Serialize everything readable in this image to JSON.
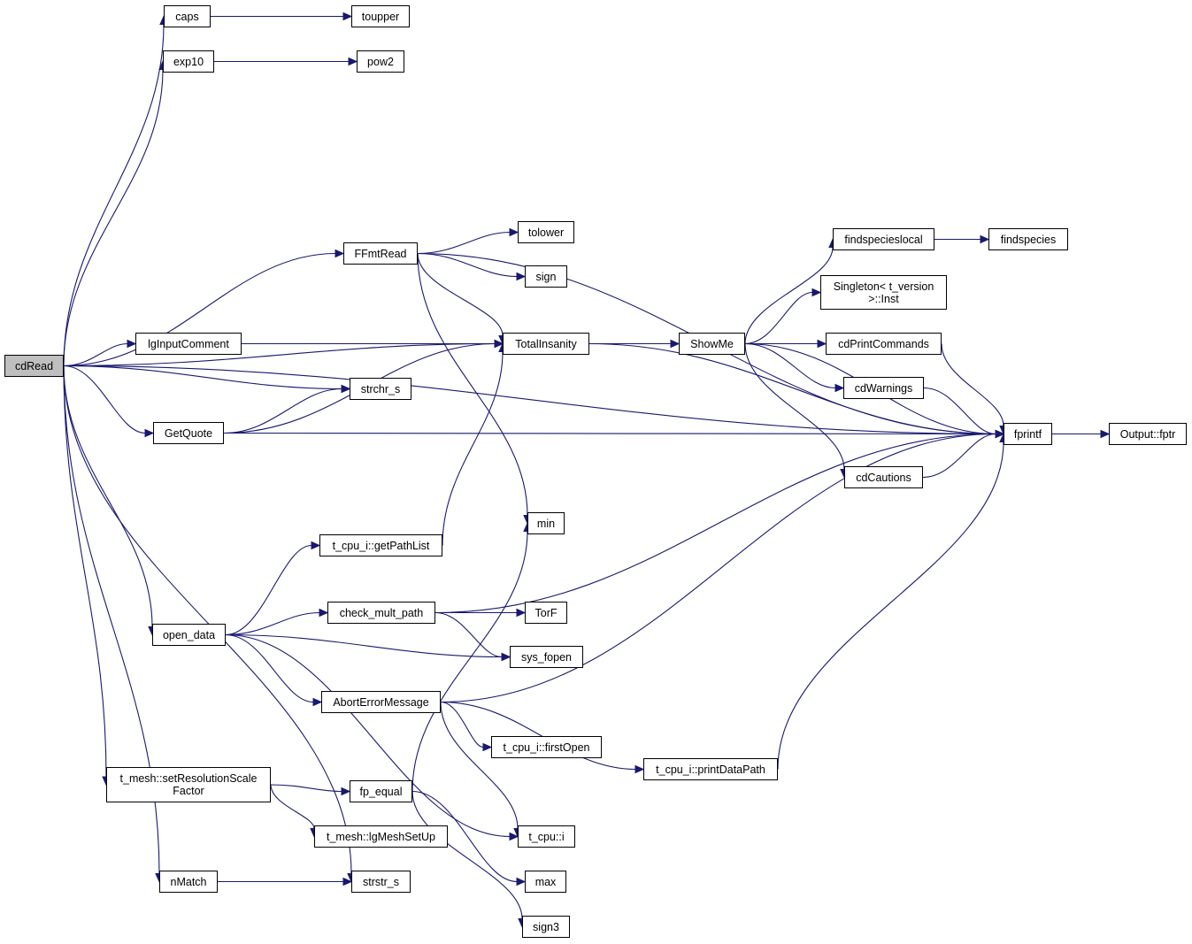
{
  "diagram": {
    "title": "cdRead call graph",
    "root": "cdRead",
    "colors": {
      "edge": "#191970",
      "root_fill": "#bfbfbf",
      "node_fill": "#ffffff",
      "border": "#000000"
    },
    "nodes": [
      {
        "id": "cdRead",
        "label": "cdRead",
        "root": true
      },
      {
        "id": "caps",
        "label": "caps"
      },
      {
        "id": "toupper",
        "label": "toupper"
      },
      {
        "id": "exp10",
        "label": "exp10"
      },
      {
        "id": "pow2",
        "label": "pow2"
      },
      {
        "id": "FFmtRead",
        "label": "FFmtRead"
      },
      {
        "id": "tolower",
        "label": "tolower"
      },
      {
        "id": "sign",
        "label": "sign"
      },
      {
        "id": "lgInputComment",
        "label": "lgInputComment"
      },
      {
        "id": "TotalInsanity",
        "label": "TotalInsanity"
      },
      {
        "id": "strchr_s",
        "label": "strchr_s"
      },
      {
        "id": "GetQuote",
        "label": "GetQuote"
      },
      {
        "id": "ShowMe",
        "label": "ShowMe"
      },
      {
        "id": "findspecieslocal",
        "label": "findspecieslocal"
      },
      {
        "id": "SingletonInst",
        "label": "Singleton< t_version\n>::Inst"
      },
      {
        "id": "cdPrintCommands",
        "label": "cdPrintCommands"
      },
      {
        "id": "cdWarnings",
        "label": "cdWarnings"
      },
      {
        "id": "fprintf",
        "label": "fprintf"
      },
      {
        "id": "OutputFptr",
        "label": "Output::fptr"
      },
      {
        "id": "findspecies",
        "label": "findspecies"
      },
      {
        "id": "cdCautions",
        "label": "cdCautions"
      },
      {
        "id": "min",
        "label": "min"
      },
      {
        "id": "getPathList",
        "label": "t_cpu_i::getPathList"
      },
      {
        "id": "check_mult_path",
        "label": "check_mult_path"
      },
      {
        "id": "TorF",
        "label": "TorF"
      },
      {
        "id": "sys_fopen",
        "label": "sys_fopen"
      },
      {
        "id": "open_data",
        "label": "open_data"
      },
      {
        "id": "AbortErrorMessage",
        "label": "AbortErrorMessage"
      },
      {
        "id": "firstOpen",
        "label": "t_cpu_i::firstOpen"
      },
      {
        "id": "printDataPath",
        "label": "t_cpu_i::printDataPath"
      },
      {
        "id": "setResolutionScaleFactor",
        "label": "t_mesh::setResolutionScale\nFactor"
      },
      {
        "id": "fp_equal",
        "label": "fp_equal"
      },
      {
        "id": "lgMeshSetUp",
        "label": "t_mesh::lgMeshSetUp"
      },
      {
        "id": "t_cpu_i",
        "label": "t_cpu::i"
      },
      {
        "id": "max",
        "label": "max"
      },
      {
        "id": "nMatch",
        "label": "nMatch"
      },
      {
        "id": "strstr_s",
        "label": "strstr_s"
      },
      {
        "id": "sign3",
        "label": "sign3"
      }
    ],
    "edges": [
      [
        "cdRead",
        "caps"
      ],
      [
        "cdRead",
        "exp10"
      ],
      [
        "cdRead",
        "fprintf"
      ],
      [
        "cdRead",
        "FFmtRead"
      ],
      [
        "cdRead",
        "TotalInsanity"
      ],
      [
        "cdRead",
        "lgInputComment"
      ],
      [
        "cdRead",
        "strchr_s"
      ],
      [
        "cdRead",
        "GetQuote"
      ],
      [
        "cdRead",
        "open_data"
      ],
      [
        "cdRead",
        "setResolutionScaleFactor"
      ],
      [
        "cdRead",
        "nMatch"
      ],
      [
        "cdRead",
        "strstr_s"
      ],
      [
        "caps",
        "toupper"
      ],
      [
        "exp10",
        "pow2"
      ],
      [
        "FFmtRead",
        "fprintf"
      ],
      [
        "FFmtRead",
        "tolower"
      ],
      [
        "FFmtRead",
        "sign"
      ],
      [
        "FFmtRead",
        "TotalInsanity"
      ],
      [
        "FFmtRead",
        "min"
      ],
      [
        "lgInputComment",
        "TotalInsanity"
      ],
      [
        "GetQuote",
        "strchr_s"
      ],
      [
        "GetQuote",
        "TotalInsanity"
      ],
      [
        "GetQuote",
        "fprintf"
      ],
      [
        "TotalInsanity",
        "ShowMe"
      ],
      [
        "TotalInsanity",
        "fprintf"
      ],
      [
        "ShowMe",
        "findspecieslocal"
      ],
      [
        "ShowMe",
        "SingletonInst"
      ],
      [
        "ShowMe",
        "cdPrintCommands"
      ],
      [
        "ShowMe",
        "cdWarnings"
      ],
      [
        "ShowMe",
        "fprintf"
      ],
      [
        "ShowMe",
        "cdCautions"
      ],
      [
        "findspecieslocal",
        "findspecies"
      ],
      [
        "cdPrintCommands",
        "fprintf"
      ],
      [
        "cdWarnings",
        "fprintf"
      ],
      [
        "cdCautions",
        "fprintf"
      ],
      [
        "fprintf",
        "OutputFptr"
      ],
      [
        "getPathList",
        "TotalInsanity"
      ],
      [
        "open_data",
        "getPathList"
      ],
      [
        "open_data",
        "check_mult_path"
      ],
      [
        "open_data",
        "sys_fopen"
      ],
      [
        "open_data",
        "AbortErrorMessage"
      ],
      [
        "open_data",
        "t_cpu_i"
      ],
      [
        "check_mult_path",
        "fprintf"
      ],
      [
        "check_mult_path",
        "TorF"
      ],
      [
        "check_mult_path",
        "sys_fopen"
      ],
      [
        "AbortErrorMessage",
        "fprintf"
      ],
      [
        "AbortErrorMessage",
        "firstOpen"
      ],
      [
        "AbortErrorMessage",
        "printDataPath"
      ],
      [
        "AbortErrorMessage",
        "t_cpu_i"
      ],
      [
        "printDataPath",
        "fprintf"
      ],
      [
        "setResolutionScaleFactor",
        "fp_equal"
      ],
      [
        "setResolutionScaleFactor",
        "lgMeshSetUp"
      ],
      [
        "fp_equal",
        "min"
      ],
      [
        "fp_equal",
        "max"
      ],
      [
        "fp_equal",
        "sign3"
      ],
      [
        "nMatch",
        "strstr_s"
      ]
    ]
  }
}
